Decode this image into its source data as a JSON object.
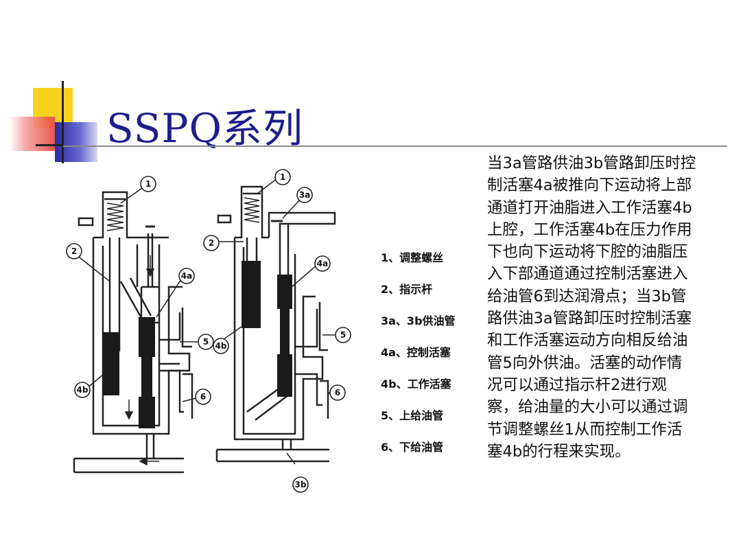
{
  "slide": {
    "title": "SSPQ系列",
    "description": "当3a管路供油3b管路卸压时控制活塞4a被推向下运动将上部通道打开油脂进入工作活塞4b上腔，工作活塞4b在压力作用下也向下运动将下腔的油脂压入下部通道通过控制活塞进入给油管6到达润滑点；当3b管路供油3a管路卸压时控制活塞和工作活塞运动方向相反给油管5向外供油。活塞的动作情况可以通过指示杆2进行观察，给油量的大小可以通过调节调整螺丝1从而控制工作活塞4b的行程来实现。"
  },
  "legend": [
    "1、调整螺丝",
    "2、指示杆",
    "3a、3b供油管",
    "4a、控制活塞",
    "4b、工作活塞",
    "5、上给油管",
    "6、下给油管"
  ],
  "diagram_left": {
    "labels": [
      "1",
      "2",
      "4a",
      "5",
      "4b",
      "6"
    ]
  },
  "diagram_right": {
    "labels": [
      "1",
      "3a",
      "2",
      "4a",
      "5",
      "4b",
      "6",
      "3b"
    ]
  },
  "colors": {
    "title": "#1d1d8c",
    "deco_yellow": "#f6d21e",
    "deco_red": "#e8463c",
    "deco_blue": "#2a2aa0",
    "piston": "#1a1a1a"
  }
}
